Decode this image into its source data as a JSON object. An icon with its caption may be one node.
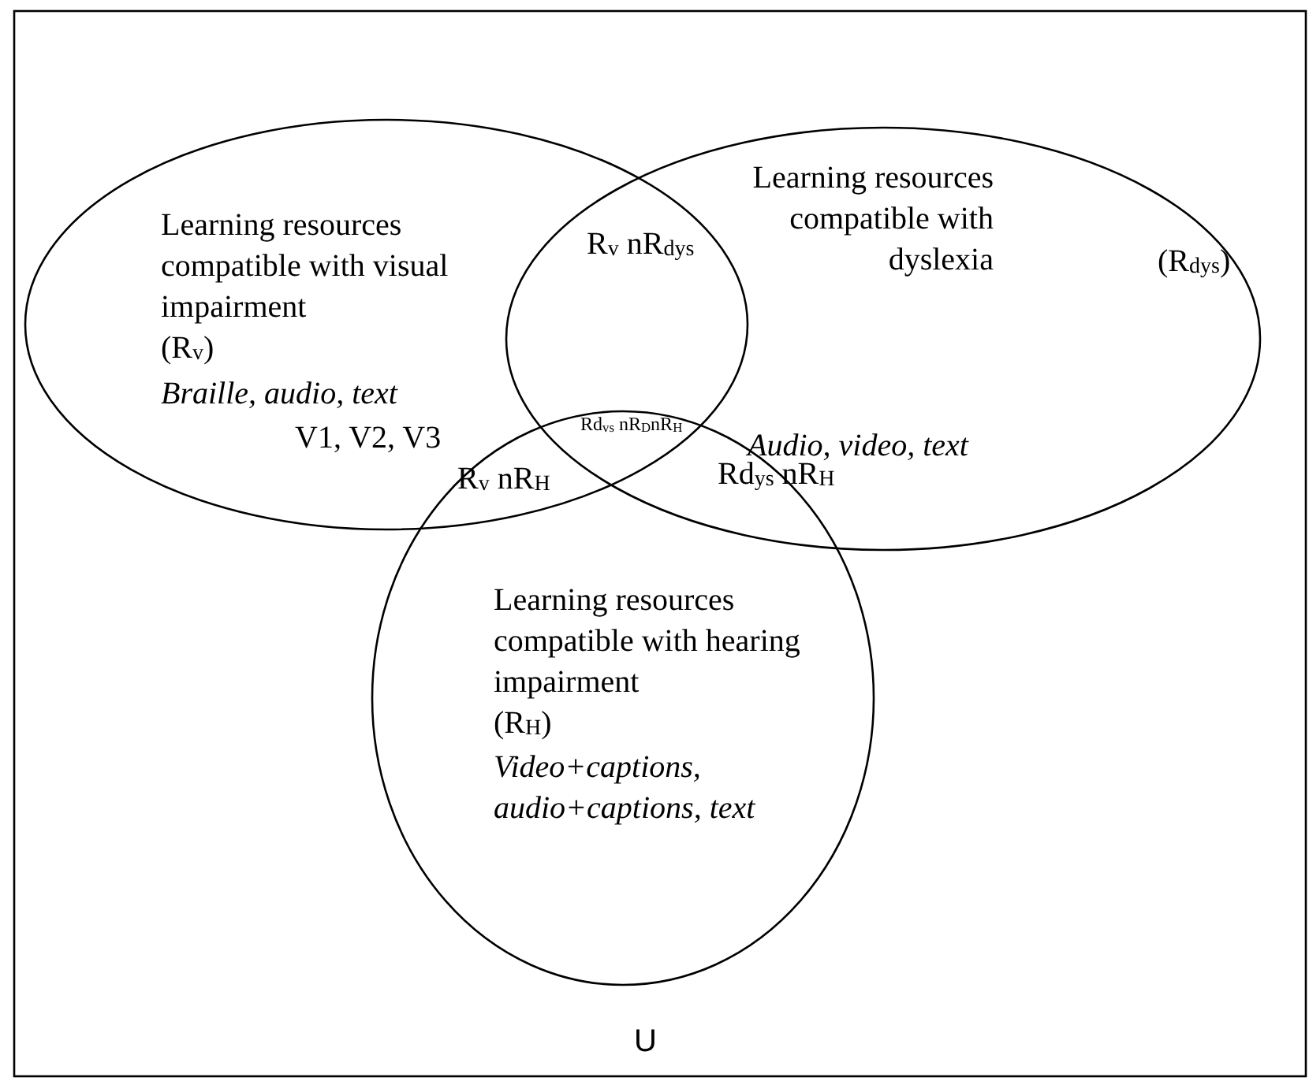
{
  "diagram": {
    "nodes": [
      {
        "text": [
          "U"
        ]
      },
      {
        "text": [
          "Learning resources compatible with visual impairment",
          "(R$_{v}$)",
          "Braille, audio, text",
          "V1, V2, V3"
        ],
        "in": 0
      },
      {
        "text": [
          "Learning resources compatible with dyslexia",
          "(R$_{dys}$)",
          "Audio, video, text"
        ],
        "in": 0
      },
      {
        "text": [
          "Learning resources compatible with hearing impairment",
          "(R$_{H}$)",
          "Video+captions, audio+captions, text"
        ],
        "in": 0
      }
    ],
    "edges": [],
    "labels": [
      "R$_{v}$ nR$_{dys}$",
      "Rd$_{vs}$ nR$_{D}$nR$_{H}$",
      "R$_{v}$ nR$_{H}$",
      "Rd$_{ys}$ nR$_{H}$"
    ]
  }
}
